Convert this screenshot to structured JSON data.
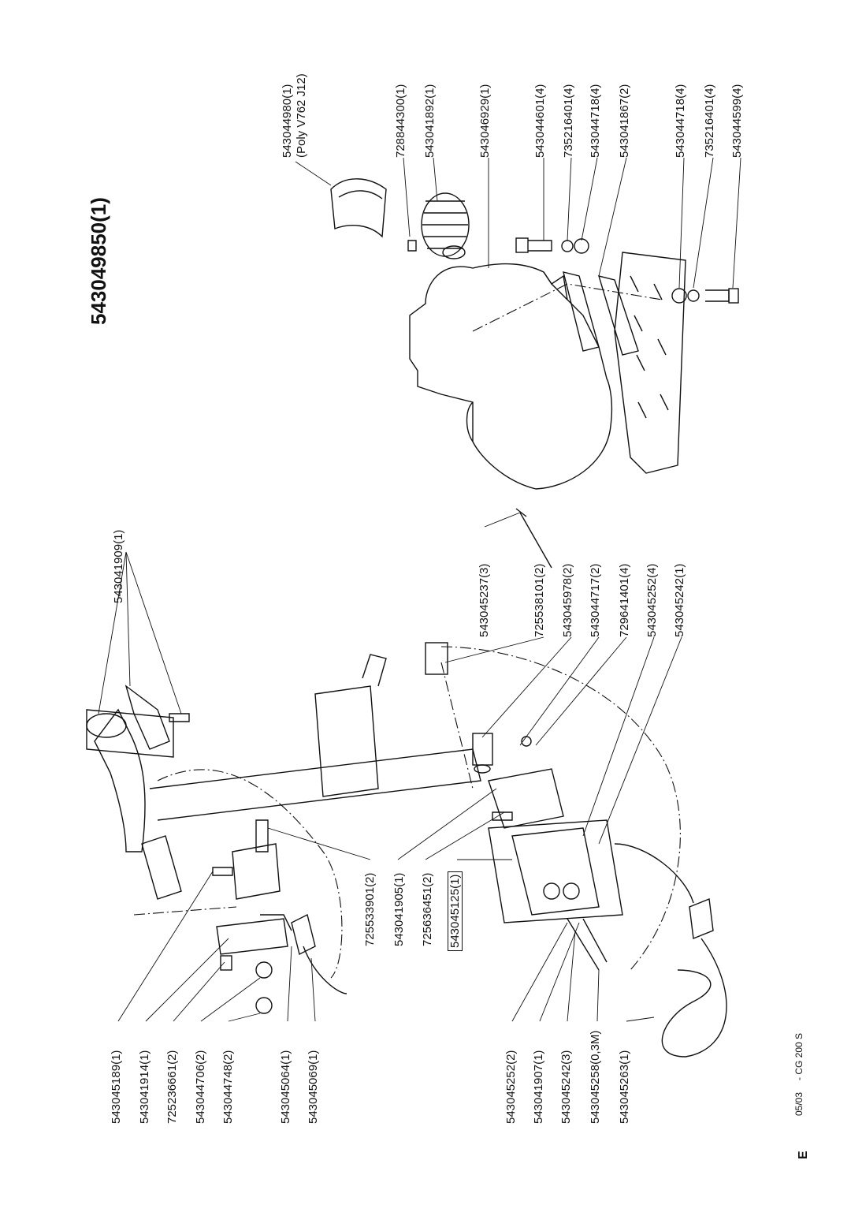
{
  "title": "543049850(1)",
  "footer": {
    "date": "05/03",
    "model": "- CG 200 S"
  },
  "page_letter": "E",
  "labels": {
    "right": [
      "543044980(1)",
      "(Poly V762 J12)",
      "728844300(1)",
      "543041892(1)",
      "543046929(1)",
      "543044601(4)",
      "735216401(4)",
      "543044718(4)",
      "543041867(2)",
      "543044718(4)",
      "735216401(4)",
      "543044599(4)"
    ],
    "middle": [
      "543041909(1)",
      "543045237(3)",
      "725538101(2)",
      "543045978(2)",
      "543044717(2)",
      "729641401(4)",
      "543045252(4)",
      "543045242(1)"
    ],
    "center_bottom": [
      "725533901(2)",
      "543041905(1)",
      "725636451(2)",
      "543045125(1)"
    ],
    "left": [
      "543045189(1)",
      "543041914(1)",
      "725236661(2)",
      "543044706(2)",
      "543044748(2)",
      "543045064(1)",
      "543045069(1)",
      "543045252(2)",
      "543041907(1)",
      "543045242(3)",
      "543045258(0,3M)",
      "543045263(1)"
    ]
  }
}
